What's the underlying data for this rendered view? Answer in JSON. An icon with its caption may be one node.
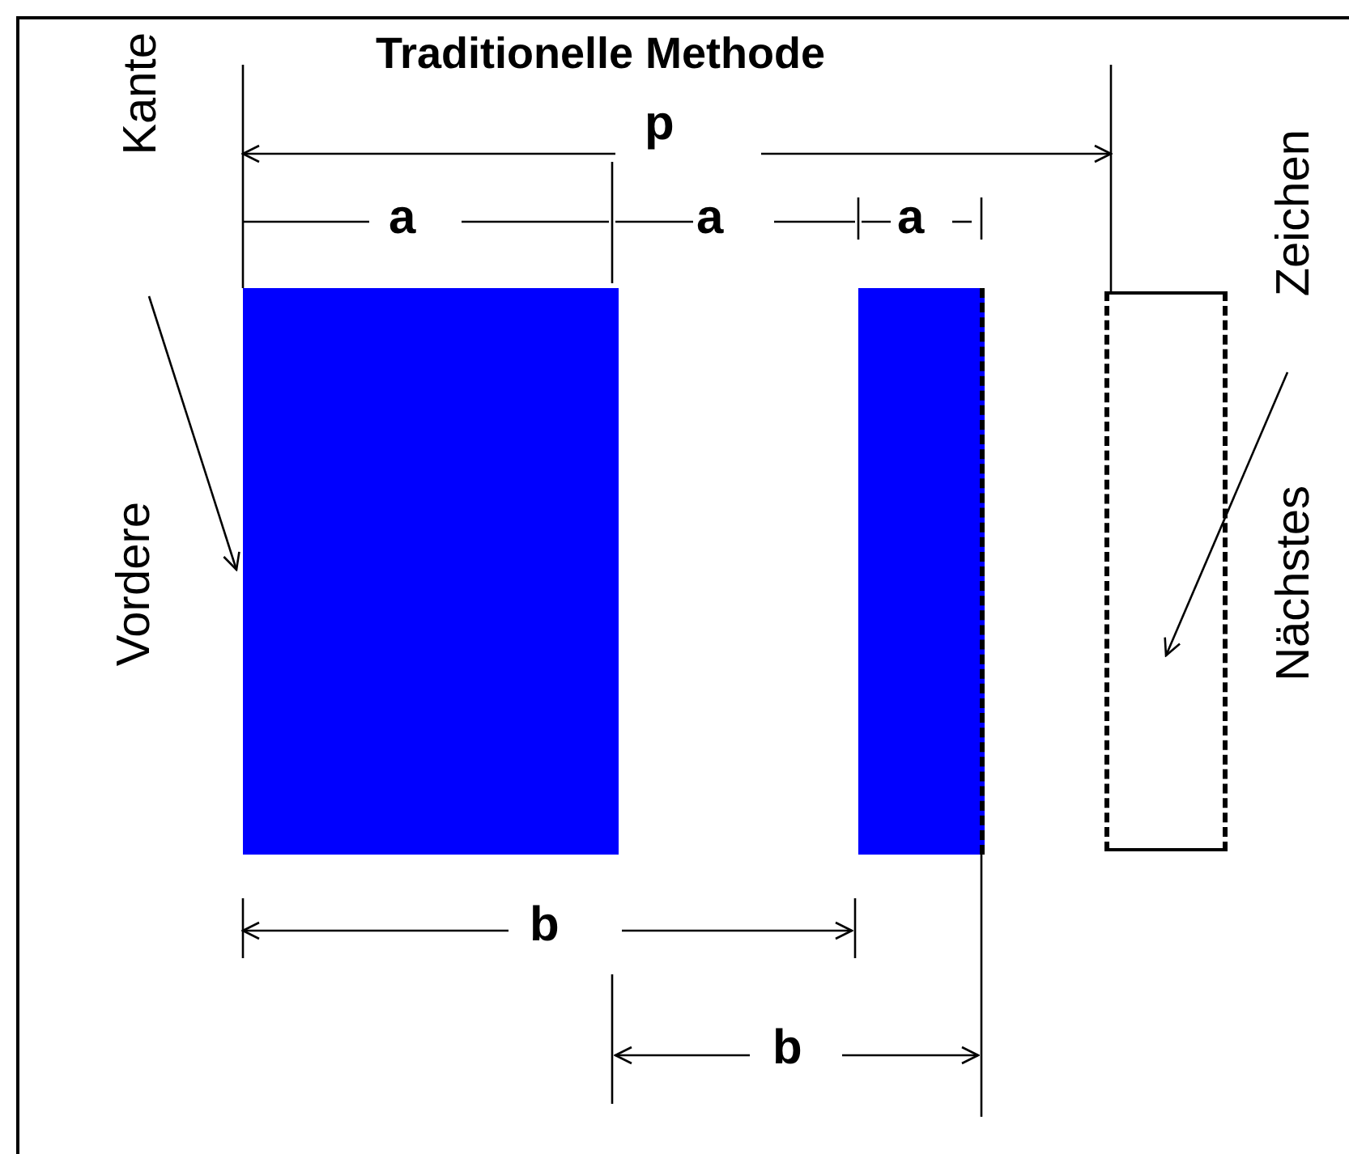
{
  "diagram": {
    "title": "Traditionelle Methode",
    "nodes": [
      {
        "text": [
          "Vordere",
          "Kante"
        ]
      },
      {
        "text": [],
        "shape": "bar"
      },
      {
        "text": [],
        "shape": "bar"
      },
      {
        "text": [
          "Nächstes",
          "Zeichen"
        ]
      },
      {
        "text": [],
        "shape": "box"
      }
    ],
    "edges": [
      {
        "from": 0,
        "to": 1,
        "arrow": "to"
      },
      {
        "from": 3,
        "to": 4,
        "arrow": "to"
      }
    ],
    "labels": [
      "p",
      "a",
      "a",
      "a",
      "b",
      "b"
    ]
  }
}
